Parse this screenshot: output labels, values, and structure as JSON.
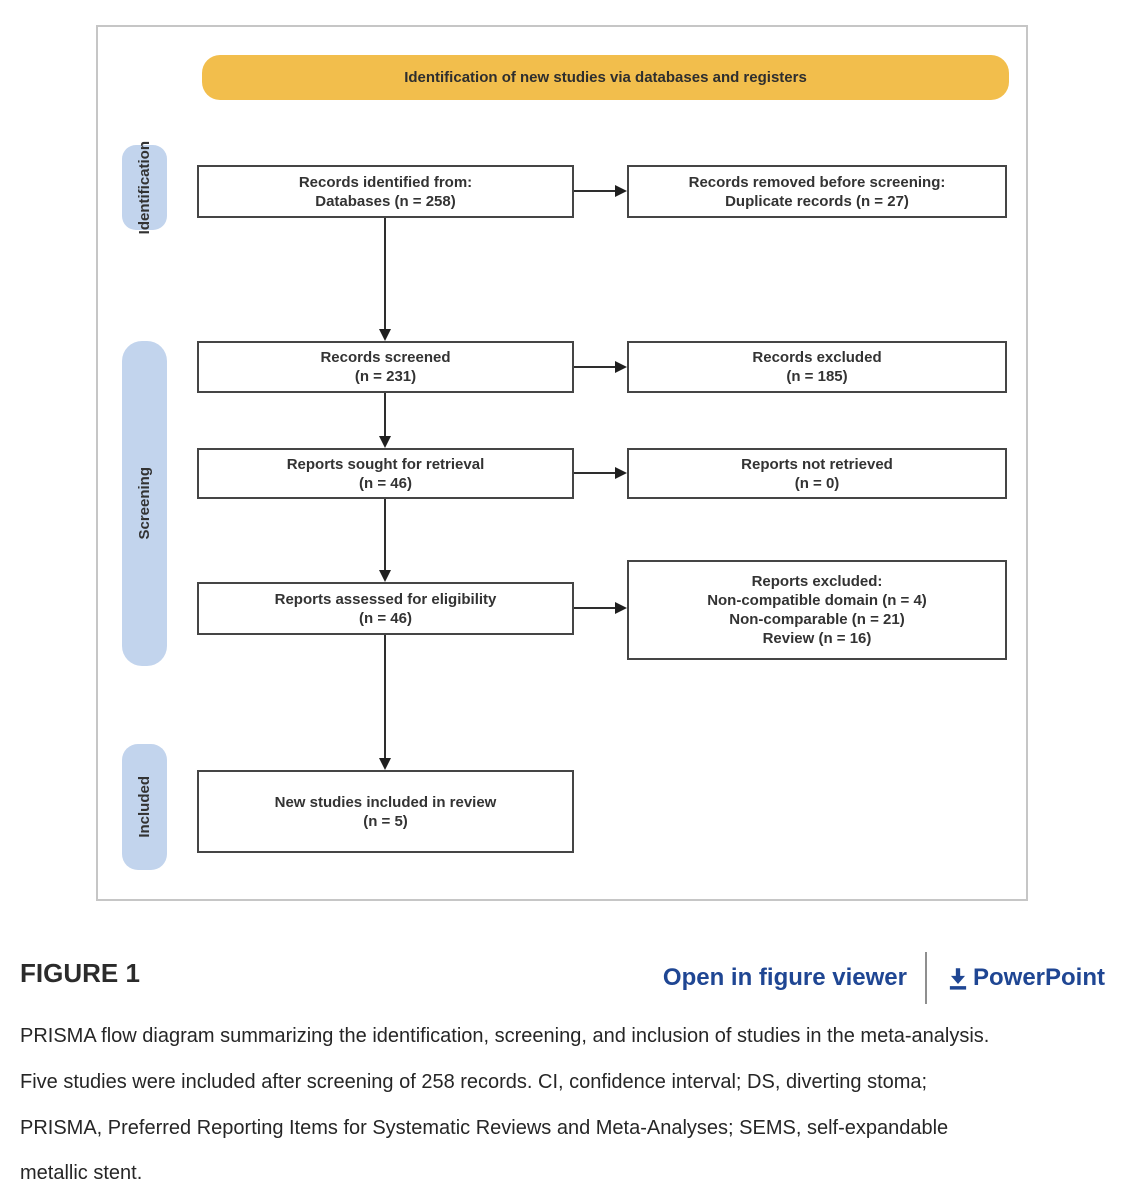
{
  "colors": {
    "banner_bg": "#F2BE4C",
    "stage_bg": "#C2D4ED",
    "link_blue": "#1F4693",
    "box_border": "#454545",
    "panel_border": "#C6C6C6"
  },
  "diagram": {
    "banner": "Identification of new studies via databases and registers",
    "stages": {
      "identification": "Identification",
      "screening": "Screening",
      "included": "Included"
    },
    "main_flow": [
      {
        "line1": "Records identified from:",
        "line2": "Databases (n = 258)"
      },
      {
        "line1": "Records screened",
        "line2": "(n = 231)"
      },
      {
        "line1": "Reports sought for retrieval",
        "line2": "(n = 46)"
      },
      {
        "line1": "Reports assessed for eligibility",
        "line2": "(n = 46)"
      },
      {
        "line1": "New studies included in review",
        "line2": "(n = 5)"
      }
    ],
    "side_flow": [
      {
        "line1": "Records removed before screening:",
        "line2": "Duplicate records (n = 27)"
      },
      {
        "line1": "Records excluded",
        "line2": "(n = 185)"
      },
      {
        "line1": "Reports not retrieved",
        "line2": "(n = 0)"
      },
      {
        "line1": "Reports excluded:",
        "line2": "Non-compatible domain (n = 4)",
        "line3": "Non-comparable (n = 21)",
        "line4": "Review (n = 16)"
      }
    ]
  },
  "caption": {
    "label": "FIGURE 1",
    "open_viewer_link": "Open in figure viewer",
    "powerpoint_link": "PowerPoint",
    "lines": [
      "PRISMA flow diagram summarizing the identification, screening, and inclusion of studies in the meta-analysis.",
      "Five studies were included after screening of 258 records. CI, confidence interval; DS, diverting stoma;",
      "PRISMA, Preferred Reporting Items for Systematic Reviews and Meta-Analyses; SEMS, self-expandable",
      "metallic stent."
    ]
  }
}
